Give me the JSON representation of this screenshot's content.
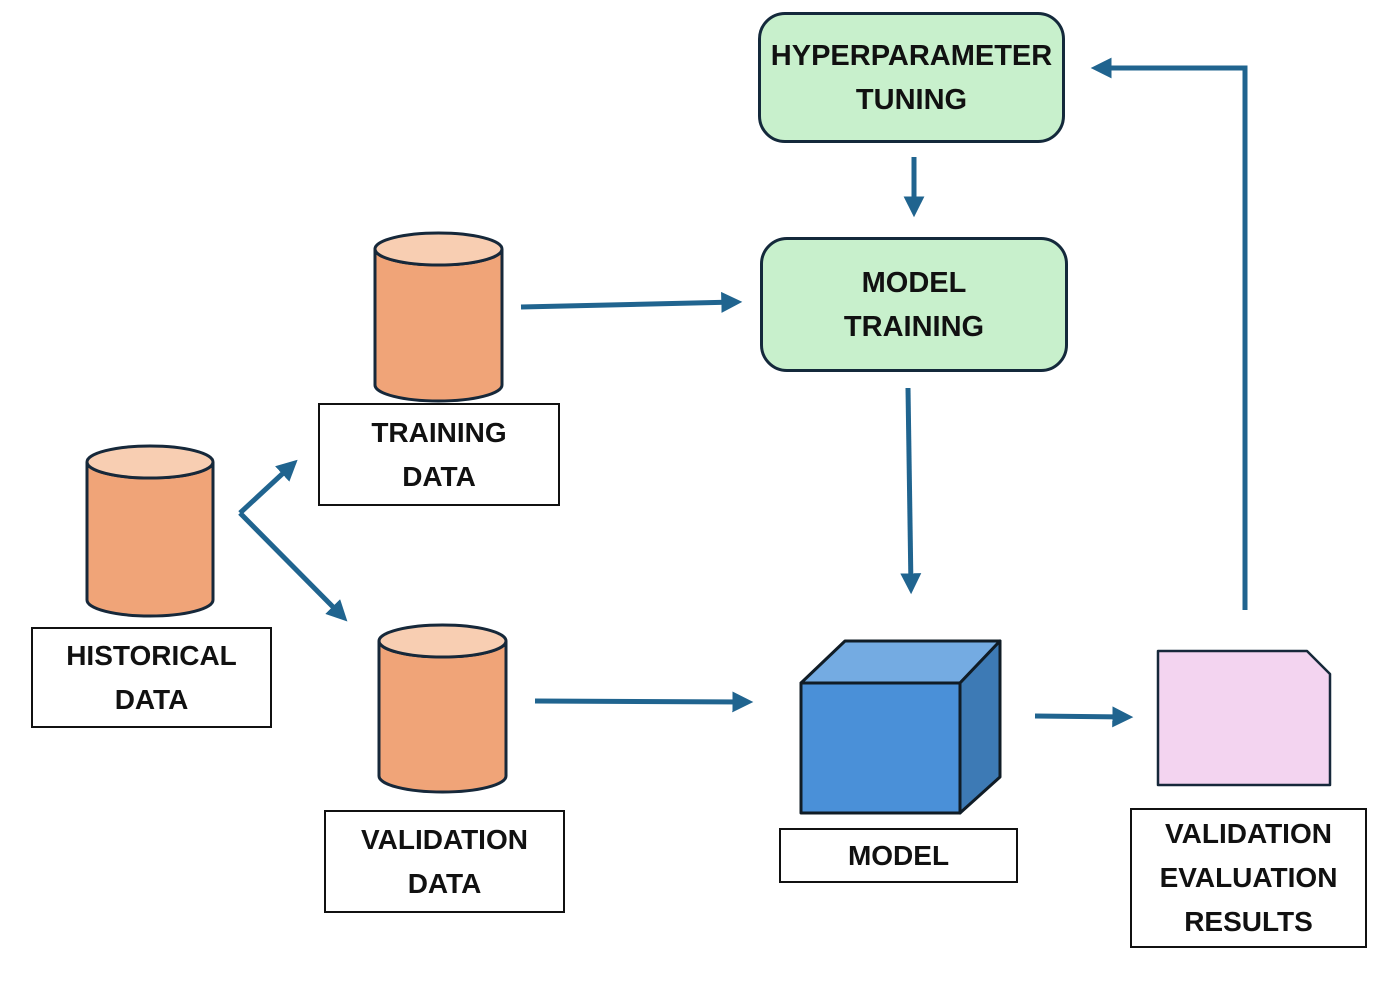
{
  "diagram": {
    "background": "#ffffff",
    "nodes": {
      "hyperparameter_tuning": {
        "label": "HYPERPARAMETER\nTUNING",
        "shape": "rounded-rect"
      },
      "model_training": {
        "label": "MODEL\nTRAINING",
        "shape": "rounded-rect"
      },
      "historical_data": {
        "label": "HISTORICAL\nDATA",
        "shape": "cylinder"
      },
      "training_data": {
        "label": "TRAINING\nDATA",
        "shape": "cylinder"
      },
      "validation_data": {
        "label": "VALIDATION\nDATA",
        "shape": "cylinder"
      },
      "model": {
        "label": "MODEL",
        "shape": "cube"
      },
      "validation_evaluation_results": {
        "label": "VALIDATION\nEVALUATION\nRESULTS",
        "shape": "clipped-card"
      }
    },
    "edges": [
      {
        "from": "historical_data",
        "to": "training_data"
      },
      {
        "from": "historical_data",
        "to": "validation_data"
      },
      {
        "from": "training_data",
        "to": "model_training"
      },
      {
        "from": "hyperparameter_tuning",
        "to": "model_training"
      },
      {
        "from": "model_training",
        "to": "model"
      },
      {
        "from": "validation_data",
        "to": "model"
      },
      {
        "from": "model",
        "to": "validation_evaluation_results"
      },
      {
        "from": "validation_evaluation_results",
        "to": "hyperparameter_tuning"
      }
    ],
    "colors": {
      "arrow": "#20648f",
      "process_fill": "#c8f0cc",
      "process_border": "#14293b",
      "cylinder_body": "#f0a478",
      "cylinder_top": "#f8ceb2",
      "cylinder_border": "#16283a",
      "cube_front": "#4a90d8",
      "cube_top": "#74abe2",
      "cube_side": "#3d7ab5",
      "cube_border": "#101c26",
      "result_fill": "#f3d4f0",
      "result_border": "#16283a",
      "label_box_fill": "#ffffff",
      "label_box_border": "#111111",
      "text": "#111111"
    }
  }
}
